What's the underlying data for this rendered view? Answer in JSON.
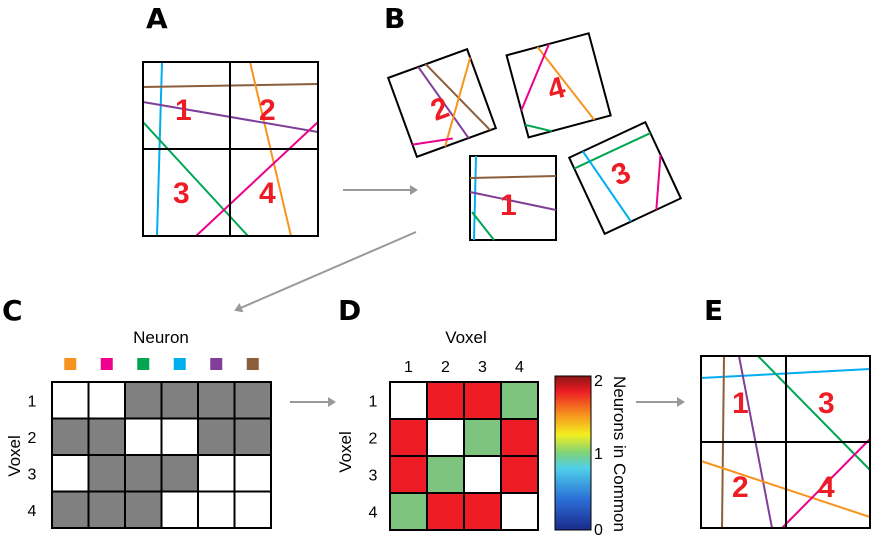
{
  "panels": {
    "A": "A",
    "B": "B",
    "C": "C",
    "D": "D",
    "E": "E"
  },
  "panel_a": {
    "labels": [
      "1",
      "2",
      "3",
      "4"
    ]
  },
  "panel_b": {
    "labels": [
      "2",
      "4",
      "1",
      "3"
    ]
  },
  "panel_c": {
    "title": "Neuron",
    "ylabel": "Voxel",
    "row_labels": [
      "1",
      "2",
      "3",
      "4"
    ],
    "neuron_colors": [
      "#f7941d",
      "#ec008c",
      "#00a651",
      "#00aeef",
      "#7f3f98",
      "#8b5e3c"
    ],
    "matrix": [
      [
        0,
        0,
        1,
        1,
        1,
        1
      ],
      [
        1,
        1,
        0,
        0,
        1,
        1
      ],
      [
        0,
        1,
        1,
        1,
        0,
        0
      ],
      [
        1,
        1,
        1,
        0,
        0,
        0
      ]
    ],
    "filled_color": "#808080"
  },
  "panel_d": {
    "title": "Voxel",
    "ylabel": "Voxel",
    "col_labels": [
      "1",
      "2",
      "3",
      "4"
    ],
    "row_labels": [
      "1",
      "2",
      "3",
      "4"
    ],
    "matrix": [
      [
        null,
        2,
        2,
        1
      ],
      [
        2,
        null,
        1,
        2
      ],
      [
        2,
        1,
        null,
        2
      ],
      [
        1,
        2,
        2,
        null
      ]
    ],
    "colorbar": {
      "label": "Neurons in Common",
      "ticks": [
        "0",
        "1",
        "2"
      ],
      "min": 0,
      "max": 2
    },
    "colors": {
      "2": "#ee1c25",
      "1": "#7dc57f",
      "none": "#ffffff"
    }
  },
  "panel_e": {
    "labels": [
      "1",
      "3",
      "2",
      "4"
    ]
  }
}
